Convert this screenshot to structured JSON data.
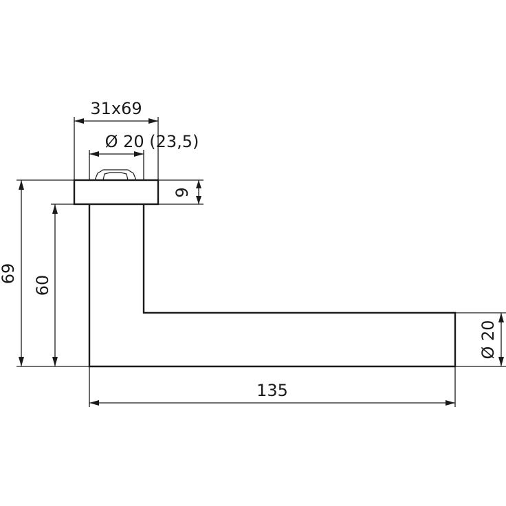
{
  "dimensions": {
    "rose_size": "31x69",
    "neck_diameter": "Ø 20 (23,5)",
    "rose_height": "9",
    "total_height": "69",
    "lever_height": "60",
    "lever_diameter": "Ø 20",
    "lever_length": "135"
  }
}
